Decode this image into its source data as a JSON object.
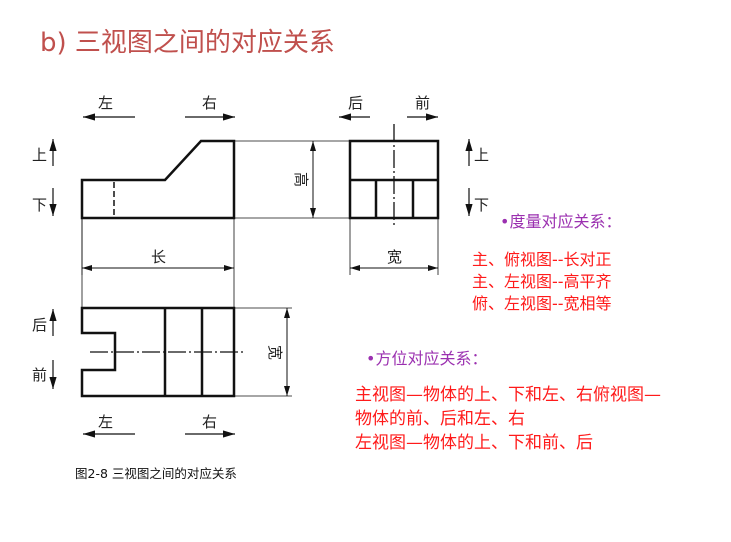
{
  "title": "b) 三视图之间的对应关系",
  "drawing": {
    "left": "左",
    "right": "右",
    "back": "后",
    "front": "前",
    "up": "上",
    "down": "下",
    "length": "长",
    "height": "高",
    "width": "宽"
  },
  "caption": "图2-8 三视图之间的对应关系",
  "measure": {
    "heading": "•度量对应关系：",
    "lines": [
      "主、俯视图--长对正",
      "主、左视图--高平齐",
      "俯、左视图--宽相等"
    ]
  },
  "orientation": {
    "heading": "•方位对应关系：",
    "lines": [
      "主视图—物体的上、下和左、右俯视图—",
      "物体的前、后和左、右",
      "左视图—物体的上、下和前、后"
    ]
  },
  "colors": {
    "title": "#c0504d",
    "heading": "#9b30b0",
    "body": "#ff1a1a"
  }
}
